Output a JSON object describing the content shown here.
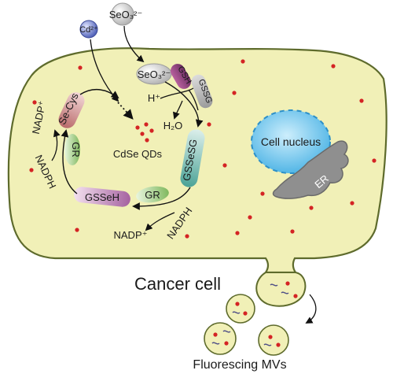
{
  "figure": {
    "ions": {
      "cd": "Cd²⁺",
      "selenite_outside": "SeO₃²⁻",
      "selenite_inside": "SeO₃²⁻"
    },
    "molecules": {
      "gsh": "GSH",
      "gssg": "GSSG",
      "gssesg": "GSSeSG",
      "gsseh": "GSSeH",
      "gr_left": "GR",
      "gr_bottom": "GR",
      "se_cys": "Se-Cys",
      "h_plus": "H⁺",
      "h2o": "H₂O",
      "nadp_left": "NADP⁺",
      "nadph_left": "NADPH",
      "nadph_bottom": "NADPH",
      "nadp_bottom": "NADP⁺",
      "cdse_qds": "CdSe QDs"
    },
    "organelles": {
      "nucleus": "Cell nucleus",
      "er": "ER"
    },
    "labels": {
      "cancer_cell": "Cancer cell",
      "fluorescing_mvs": "Fluorescing MVs"
    },
    "colors": {
      "cytoplasm": "#f1f0b7",
      "membrane": "#5e6b2c",
      "nucleus": "#7cc8ec",
      "er": "#8f8f8f",
      "qd_dot": "#d42424",
      "gsh_pill": "#9b4a8a",
      "gssg_pill": "#a6a6a6",
      "gssesg_pill": "#62b5a8",
      "gsseh_pill": "#b374a8",
      "gr_pill": "#8cbf6c",
      "secys_pill": "#c98888",
      "cd_ion": "#5566bb",
      "selenite_ion": "#c9c9c9"
    }
  }
}
